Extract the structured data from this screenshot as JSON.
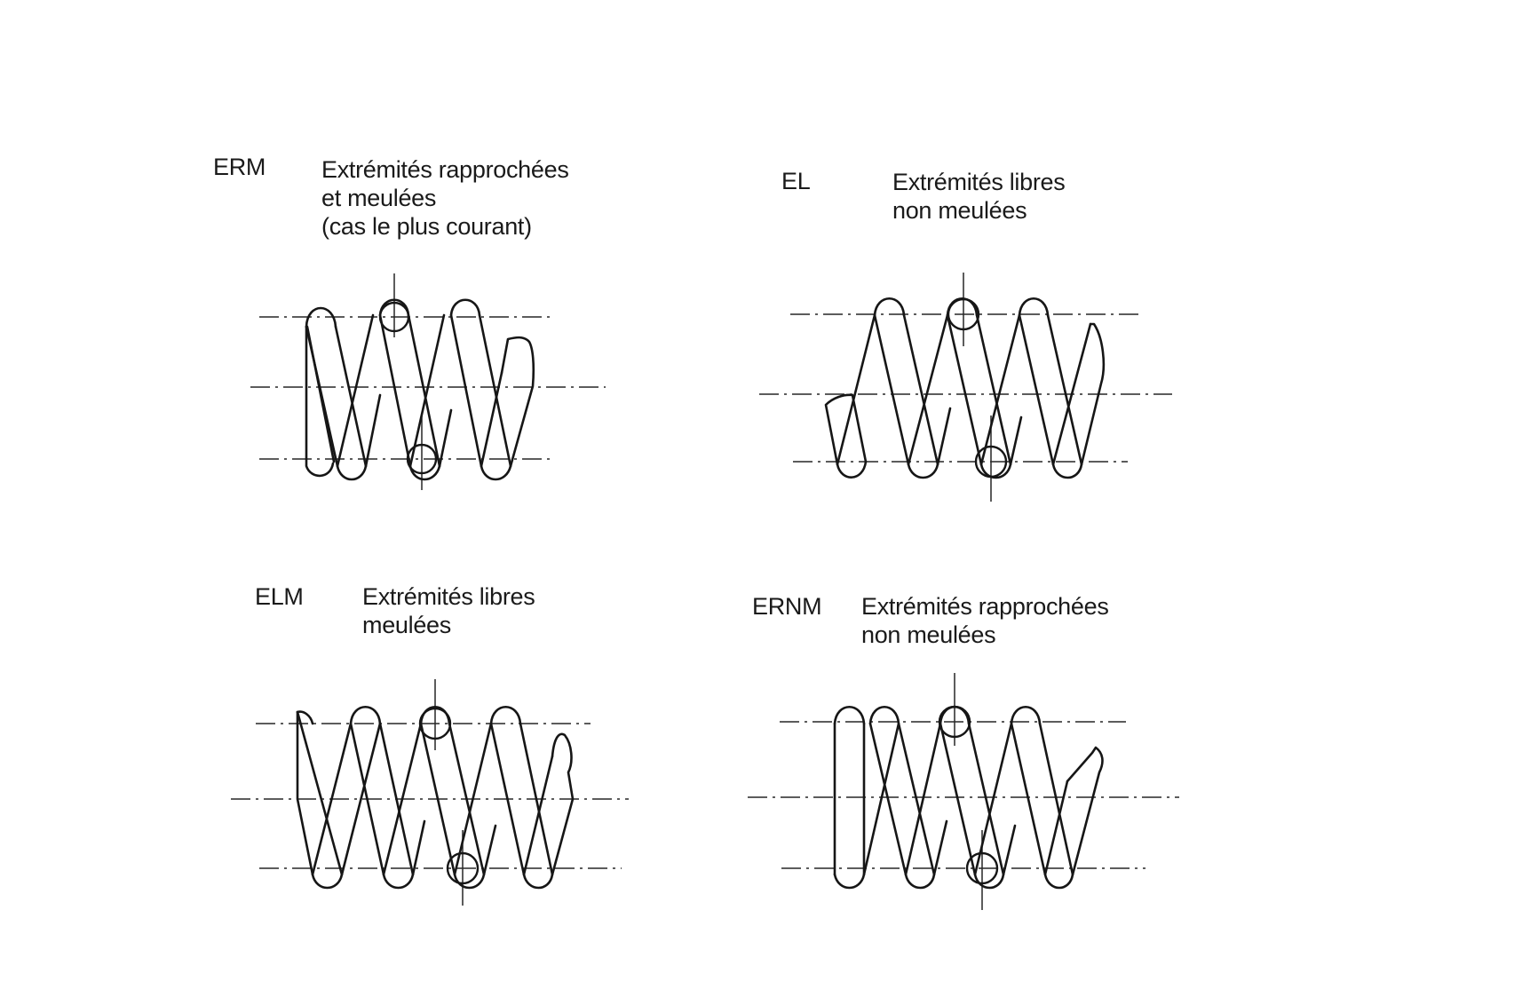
{
  "title": "",
  "panels": [
    {
      "id": "ERM",
      "code": "ERM",
      "description": [
        "Extrémités rapprochées",
        "et meulées",
        "(cas le plus courant)"
      ]
    },
    {
      "id": "EL",
      "code": "EL",
      "description": [
        "Extrémités libres",
        "non meulées"
      ]
    },
    {
      "id": "ELM",
      "code": "ELM",
      "description": [
        "Extrémités libres",
        "meulées"
      ]
    },
    {
      "id": "ERNM",
      "code": "ERNM",
      "description": [
        "Extrémités rapprochées",
        "non meulées"
      ]
    }
  ],
  "colors": {
    "ink": "#161616",
    "background": "#ffffff"
  }
}
